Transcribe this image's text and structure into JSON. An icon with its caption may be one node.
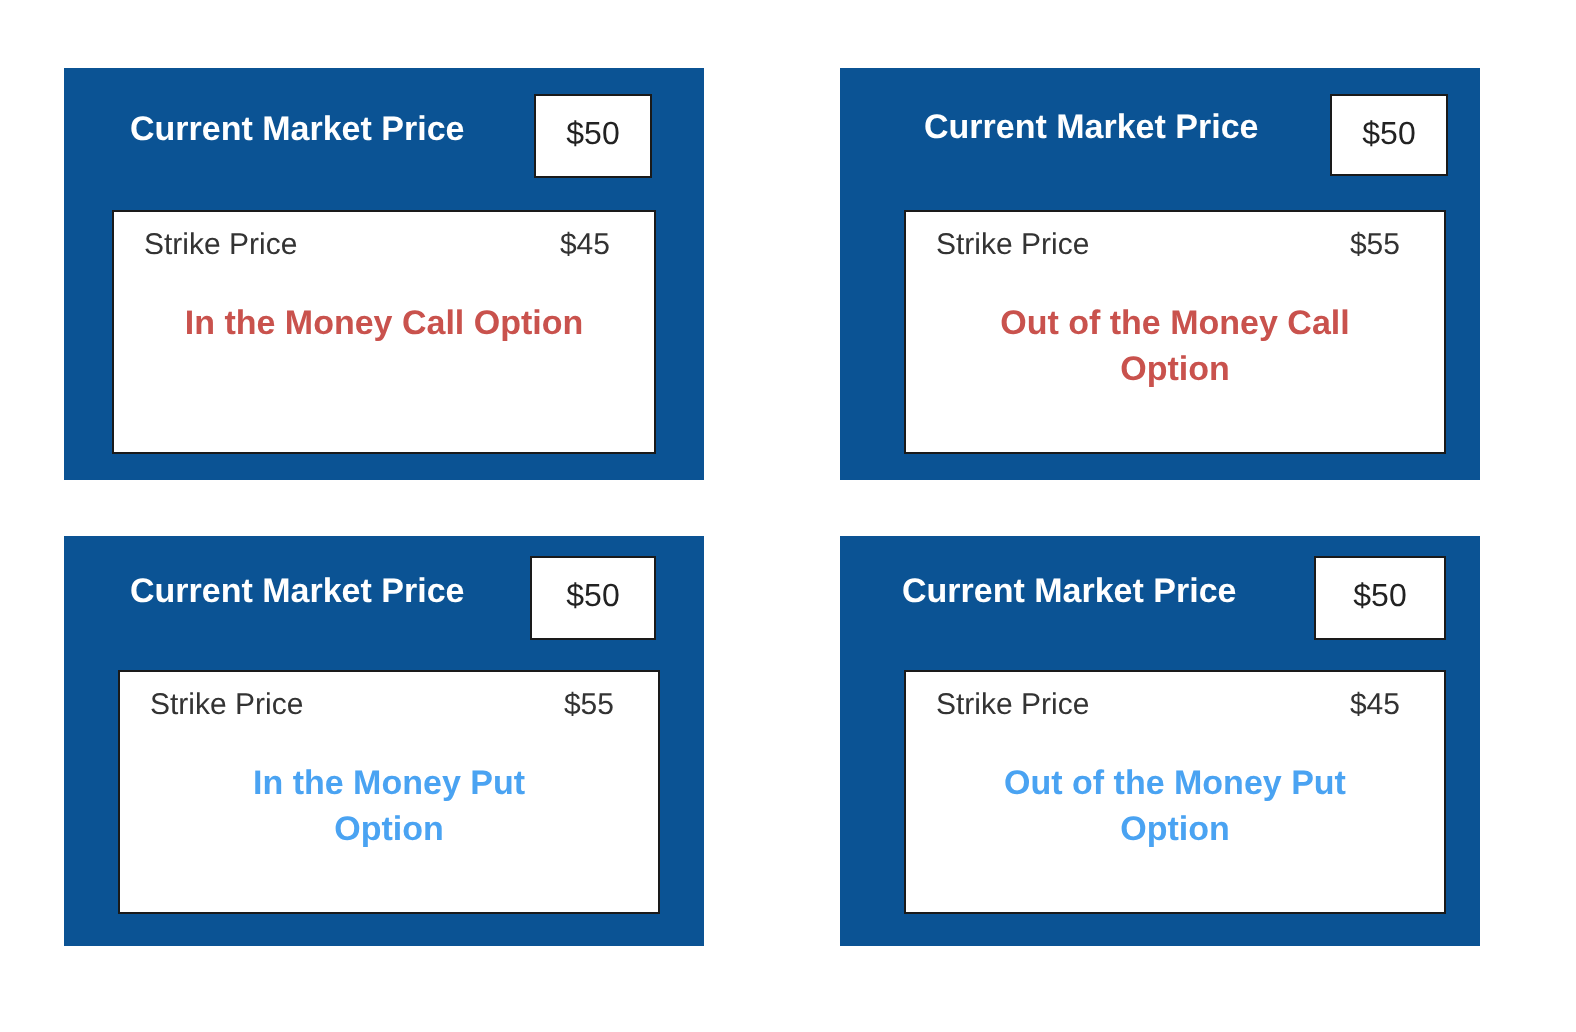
{
  "diagram": {
    "nodes": [
      {
        "text": [
          "Current Market Price"
        ]
      },
      {
        "text": [
          "$50"
        ],
        "in": 0
      },
      {
        "text": [
          "Strike Price",
          "$45",
          "In the Money Call Option"
        ],
        "in": 0
      },
      {
        "text": [
          "Current Market Price"
        ]
      },
      {
        "text": [
          "$50"
        ],
        "in": 3
      },
      {
        "text": [
          "Strike Price",
          "$55",
          "Out of the Money Call Option"
        ],
        "in": 3
      },
      {
        "text": [
          "Current Market Price"
        ]
      },
      {
        "text": [
          "$50"
        ],
        "in": 6
      },
      {
        "text": [
          "Strike Price",
          "$55",
          "In the Money Put Option"
        ],
        "in": 6
      },
      {
        "text": [
          "Current Market Price"
        ]
      },
      {
        "text": [
          "$50"
        ],
        "in": 9
      },
      {
        "text": [
          "Strike Price",
          "$45",
          "Out of the Money Put Option"
        ],
        "in": 9
      }
    ]
  }
}
